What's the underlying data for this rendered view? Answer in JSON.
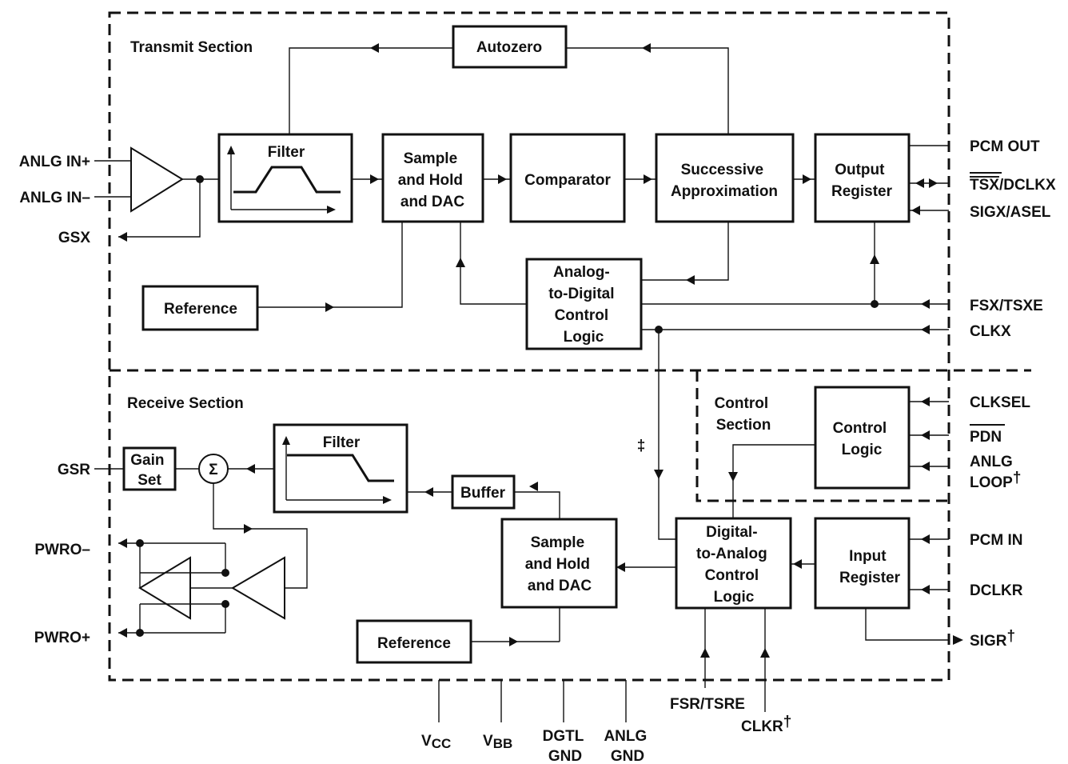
{
  "sections": {
    "transmit": "Transmit Section",
    "receive": "Receive Section",
    "control": [
      "Control",
      "Section"
    ]
  },
  "blocks": {
    "autozero": [
      "Autozero"
    ],
    "tx_filter": [
      "Filter"
    ],
    "tx_sample_hold": [
      "Sample",
      "and Hold",
      "and DAC"
    ],
    "comparator": [
      "Comparator"
    ],
    "successive_approx": [
      "Successive",
      "Approximation"
    ],
    "output_register": [
      "Output",
      "Register"
    ],
    "tx_reference": [
      "Reference"
    ],
    "adc_logic": [
      "Analog-",
      "to-Digital",
      "Control",
      "Logic"
    ],
    "control_logic": [
      "Control",
      "Logic"
    ],
    "gain_set": [
      "Gain",
      "Set"
    ],
    "summer": "Σ",
    "rx_filter": [
      "Filter"
    ],
    "buffer": [
      "Buffer"
    ],
    "rx_sample_hold": [
      "Sample",
      "and Hold",
      "and DAC"
    ],
    "dac_logic": [
      "Digital-",
      "to-Analog",
      "Control",
      "Logic"
    ],
    "input_register": [
      "Input",
      "Register"
    ],
    "rx_reference": [
      "Reference"
    ]
  },
  "pins_left": {
    "anlg_in_plus": "ANLG IN+",
    "anlg_in_minus": "ANLG IN–",
    "gsx": "GSX",
    "gsr": "GSR",
    "pwro_minus": "PWRO–",
    "pwro_plus": "PWRO+"
  },
  "pins_right": {
    "pcm_out": "PCM OUT",
    "tsx_bar": "TSX",
    "tsx_rest": "/DCLKX",
    "sigx_asel": "SIGX/ASEL",
    "fsx_tsxe": "FSX/TSXE",
    "clkx": "CLKX",
    "clksel": "CLKSEL",
    "pdn": "PDN",
    "anlg_loop_1": "ANLG",
    "anlg_loop_2": "LOOP",
    "pcm_in": "PCM IN",
    "dclkr": "DCLKR",
    "sigr": "SIGR"
  },
  "pins_bottom": {
    "vcc_main": "V",
    "vcc_sub": "CC",
    "vbb_main": "V",
    "vbb_sub": "BB",
    "dgtl_gnd": [
      "DGTL",
      "GND"
    ],
    "anlg_gnd": [
      "ANLG",
      "GND"
    ],
    "fsr_tsre": "FSR/TSRE",
    "clkr": "CLKR"
  },
  "marks": {
    "dagger": "†",
    "double_dagger": "‡"
  }
}
